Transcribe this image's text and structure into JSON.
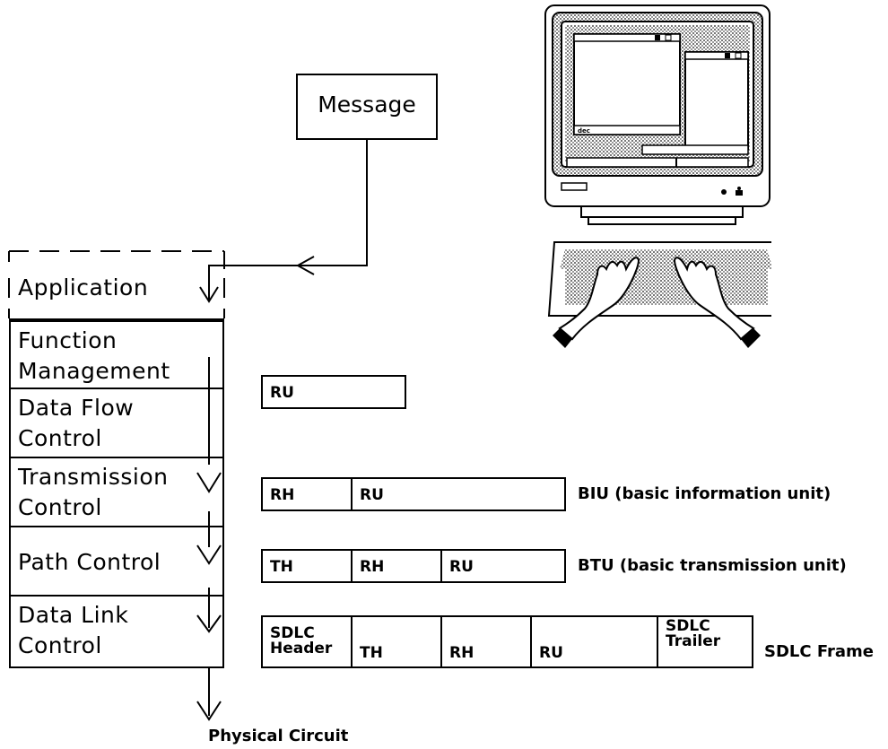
{
  "message": "Message",
  "layers": {
    "application": "Application",
    "function_management": [
      "Function",
      "Management"
    ],
    "data_flow_control": [
      "Data Flow",
      "Control"
    ],
    "transmission_control": [
      "Transmission",
      "Control"
    ],
    "path_control": "Path Control",
    "data_link_control": [
      "Data Link",
      "Control"
    ]
  },
  "units": {
    "ru": {
      "fields": [
        "RU"
      ]
    },
    "biu": {
      "fields": [
        "RH",
        "RU"
      ],
      "label": "BIU (basic information unit)"
    },
    "btu": {
      "fields": [
        "TH",
        "RH",
        "RU"
      ],
      "label": "BTU (basic transmission unit)"
    },
    "sdlc": {
      "fields": [
        [
          "SDLC",
          "Header"
        ],
        "TH",
        "RH",
        "RU",
        [
          "SDLC",
          "Trailer"
        ]
      ],
      "label": "SDLC Frame"
    }
  },
  "physical_circuit": "Physical Circuit",
  "terminal": {
    "screen_label": "dec"
  }
}
